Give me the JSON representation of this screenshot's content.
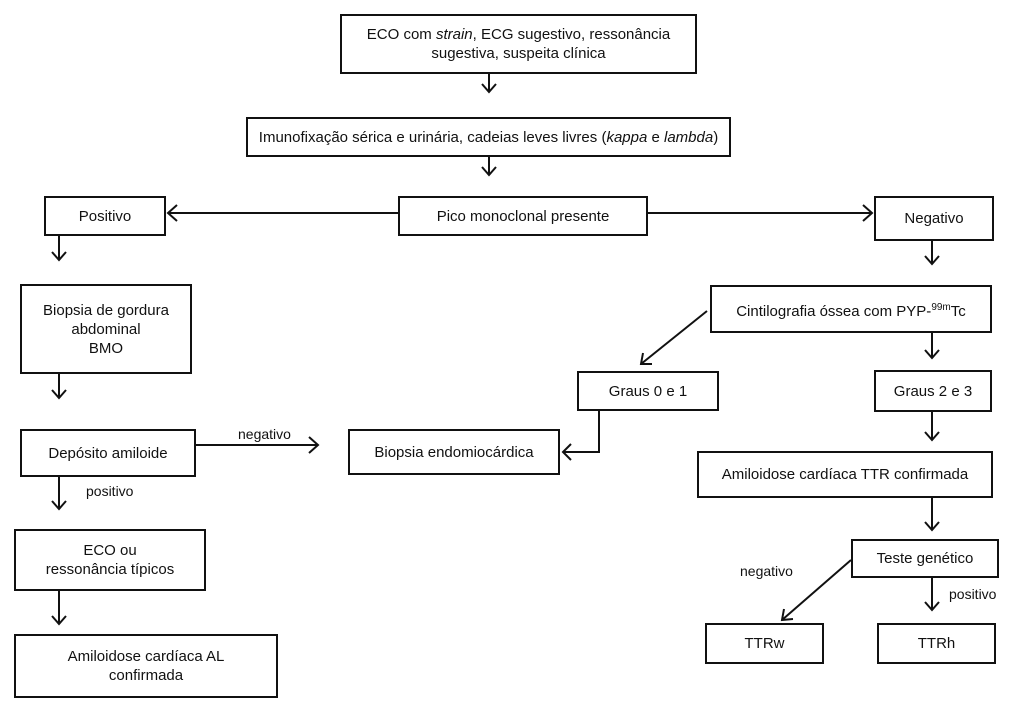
{
  "flowchart": {
    "eco_strain": {
      "pre": "ECO com ",
      "em": "strain",
      "post": ", ECG sugestivo, ressonância",
      "line2": "sugestiva, suspeita clínica"
    },
    "imunofixacao": {
      "pre": "Imunofixação sérica e urinária, cadeias leves livres (",
      "em1": "kappa",
      "mid": " e ",
      "em2": "lambda",
      "post": ")"
    },
    "pico": "Pico monoclonal presente",
    "positivo_box": "Positivo",
    "negativo_box": "Negativo",
    "biopsia_gordura": [
      "Biopsia de gordura",
      "abdominal",
      "BMO"
    ],
    "deposito": "Depósito amiloide",
    "eco_tipicos": [
      "ECO ou",
      "ressonância típicos"
    ],
    "al_confirmada": [
      "Amiloidose cardíaca AL",
      "confirmada"
    ],
    "biopsia_endo": "Biopsia endomiocárdica",
    "cintilografia": {
      "pre": "Cintilografia óssea com PYP-",
      "sup": "99m",
      "post": "Tc"
    },
    "graus01": "Graus 0 e 1",
    "graus23": "Graus 2 e 3",
    "ttr_confirmada": "Amiloidose cardíaca TTR confirmada",
    "teste_genetico": "Teste genético",
    "ttrw": "TTRw",
    "ttrh": "TTRh",
    "label_negativo_deposito": "negativo",
    "label_positivo_deposito": "positivo",
    "label_negativo_genetico": "negativo",
    "label_positivo_genetico": "positivo"
  }
}
